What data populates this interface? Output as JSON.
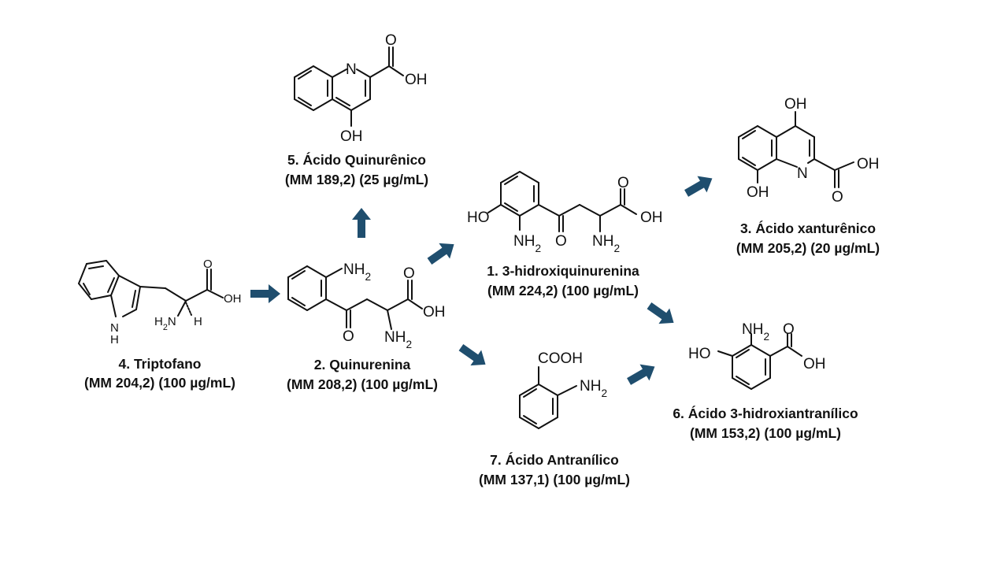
{
  "colors": {
    "arrow": "#1f4e6e",
    "bond": "#111111",
    "background": "#ffffff"
  },
  "compounds": {
    "triptofano": {
      "name": "4. Triptofano",
      "info": "(MM 204,2) (100 µg/mL)",
      "atoms": {
        "o": "O",
        "oh": "OH",
        "nh": "N",
        "h_ring": "H",
        "h2n": "H2N",
        "h": "H"
      }
    },
    "quinurenina": {
      "name": "2. Quinurenina",
      "info": "(MM 208,2) (100 µg/mL)",
      "atoms": {
        "nh2_ring": "NH2",
        "o_acid": "O",
        "oh": "OH",
        "o_keto": "O",
        "nh2_alpha": "NH2"
      }
    },
    "quinurenico": {
      "name": "5. Ácido Quinurênico",
      "info": "(MM 189,2) (25 µg/mL)",
      "atoms": {
        "n": "N",
        "o": "O",
        "oh_acid": "OH",
        "oh_ring": "OH"
      }
    },
    "hidroxiquinurenina": {
      "name": "1. 3-hidroxiquinurenina",
      "info": "(MM 224,2) (100 µg/mL)",
      "atoms": {
        "ho": "HO",
        "nh2_ring": "NH2",
        "o_keto": "O",
        "o_acid": "O",
        "oh": "OH",
        "nh2_alpha": "NH2"
      }
    },
    "xanturenico": {
      "name": "3. Ácido xanturênico",
      "info": "(MM 205,2) (20 µg/mL)",
      "atoms": {
        "oh_top": "OH",
        "oh_bottom": "OH",
        "n": "N",
        "oh_acid": "OH",
        "o": "O"
      }
    },
    "hidroxiantranilico": {
      "name": "6. Ácido 3-hidroxiantranílico",
      "info": "(MM 153,2) (100 µg/mL)",
      "atoms": {
        "nh2": "NH2",
        "o": "O",
        "ho": "HO",
        "oh": "OH"
      }
    },
    "antranilico": {
      "name": "7. Ácido Antranílico",
      "info": "(MM 137,1) (100 µg/mL)",
      "atoms": {
        "cooh": "COOH",
        "nh2": "NH2"
      }
    }
  }
}
